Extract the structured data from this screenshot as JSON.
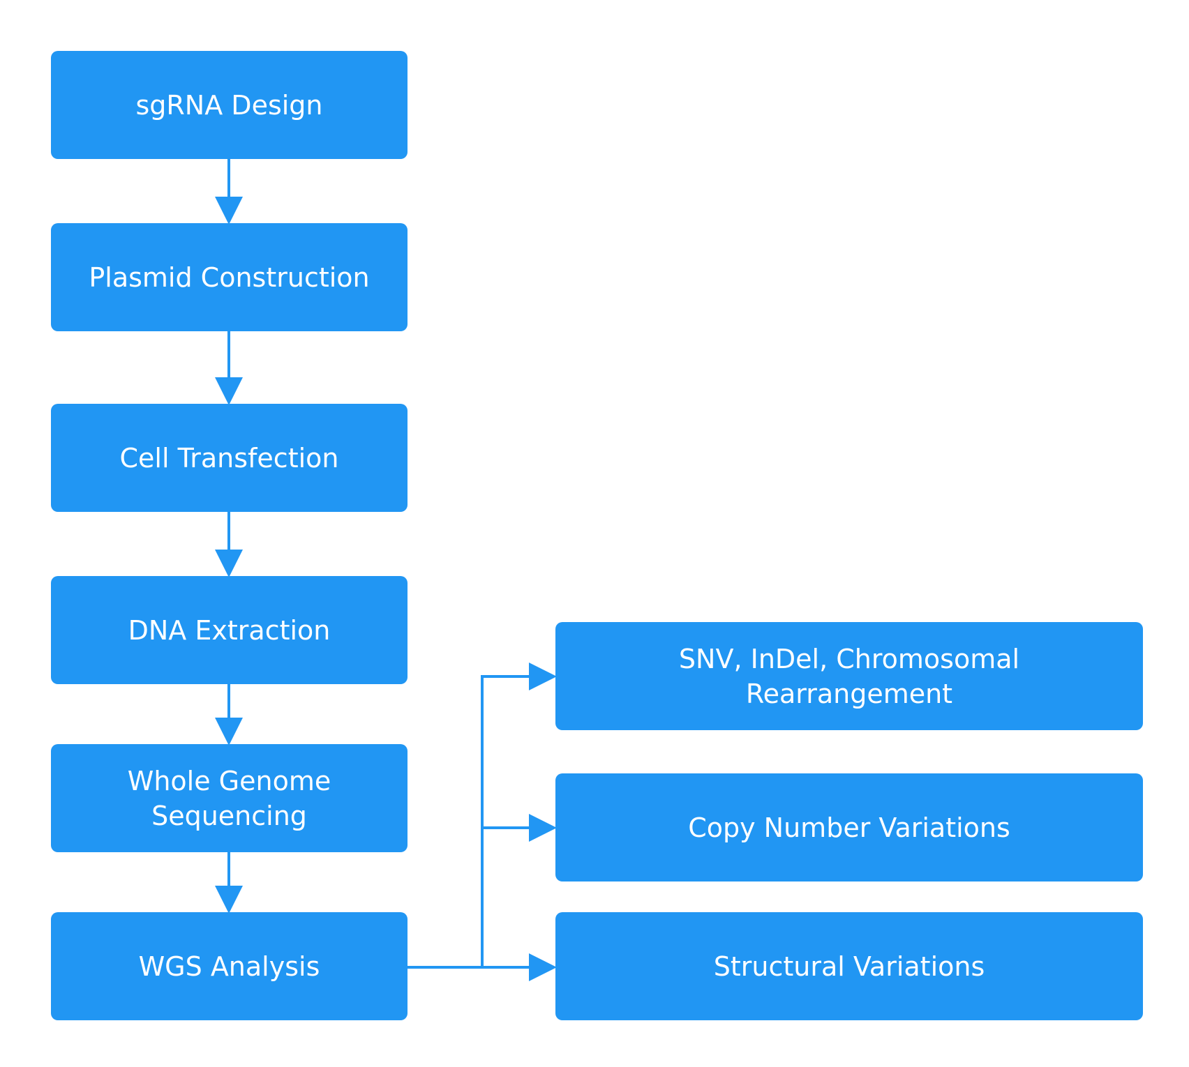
{
  "diagram": {
    "accent_color": "#2196f3",
    "nodes": {
      "sgrna_design": "sgRNA Design",
      "plasmid_construction": "Plasmid Construction",
      "cell_transfection": "Cell Transfection",
      "dna_extraction": "DNA Extraction",
      "whole_genome_sequencing": "Whole Genome Sequencing",
      "wgs_analysis": "WGS Analysis",
      "snv_indel": "SNV, InDel, Chromosomal Rearrangement",
      "copy_number_variations": "Copy Number Variations",
      "structural_variations": "Structural Variations"
    },
    "edges": [
      {
        "from": "sgrna_design",
        "to": "plasmid_construction"
      },
      {
        "from": "plasmid_construction",
        "to": "cell_transfection"
      },
      {
        "from": "cell_transfection",
        "to": "dna_extraction"
      },
      {
        "from": "dna_extraction",
        "to": "whole_genome_sequencing"
      },
      {
        "from": "whole_genome_sequencing",
        "to": "wgs_analysis"
      },
      {
        "from": "wgs_analysis",
        "to": "snv_indel"
      },
      {
        "from": "wgs_analysis",
        "to": "copy_number_variations"
      },
      {
        "from": "wgs_analysis",
        "to": "structural_variations"
      }
    ]
  }
}
